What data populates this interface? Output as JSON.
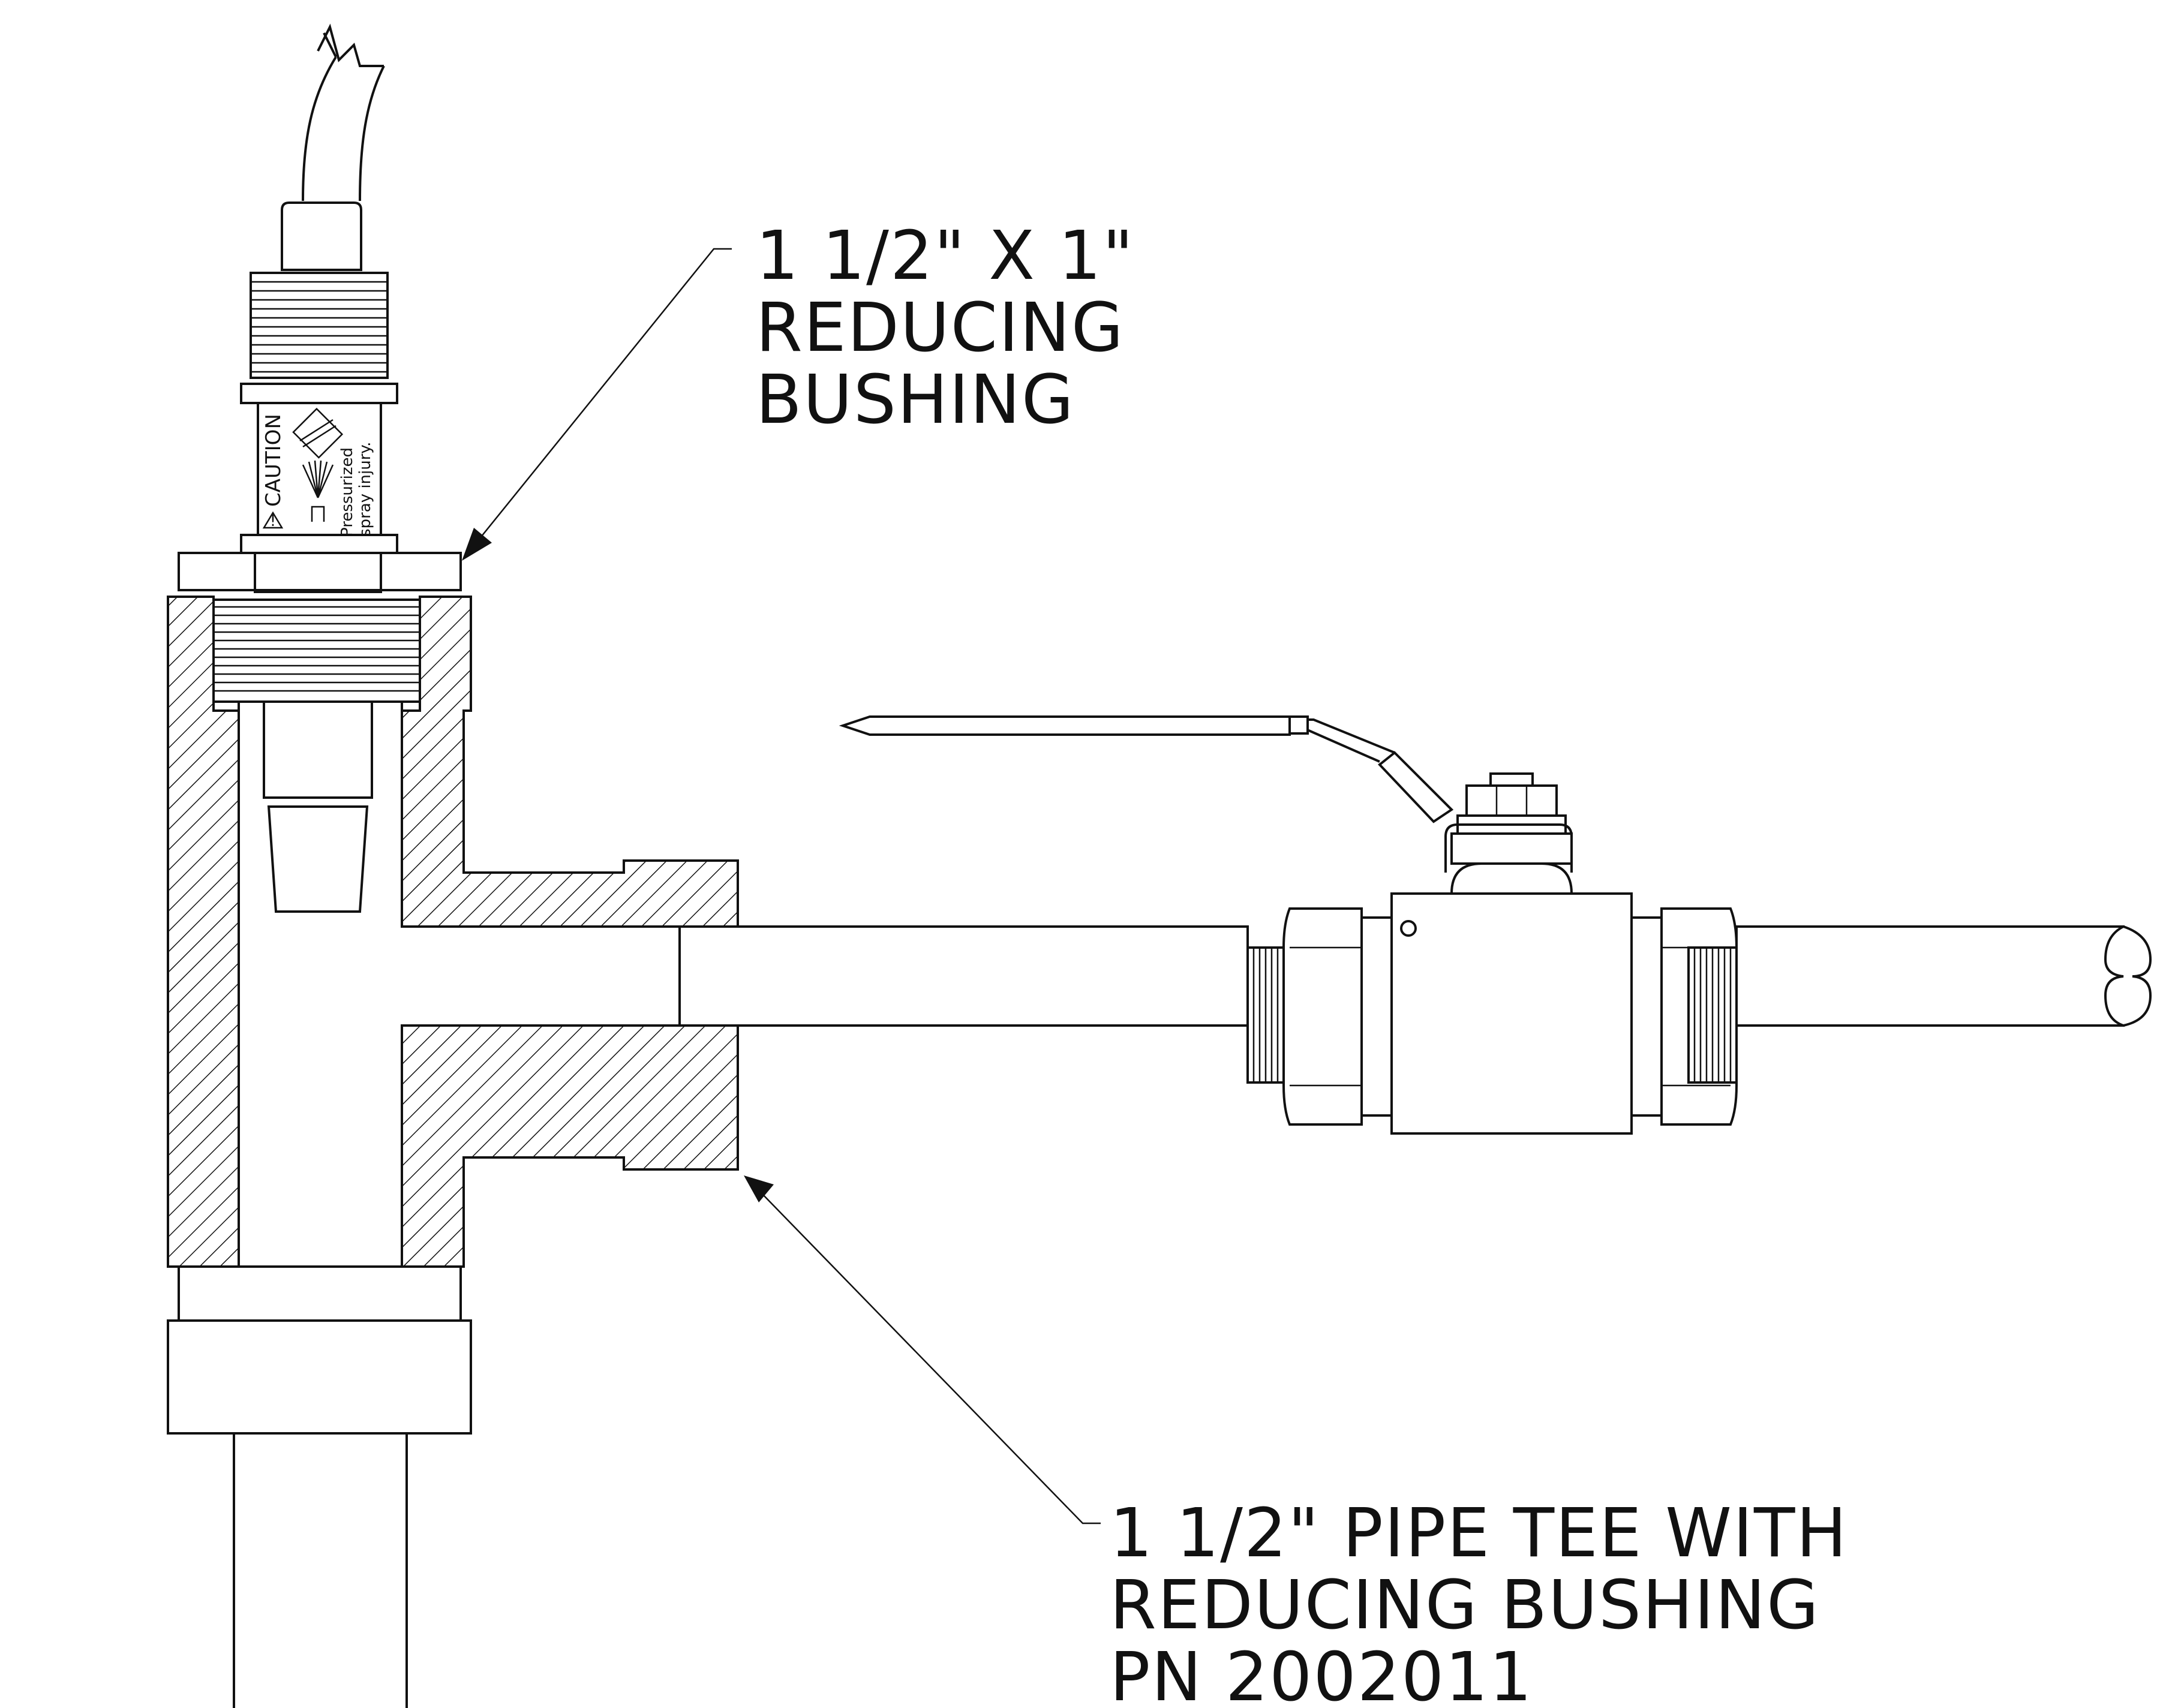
{
  "callouts": {
    "top": {
      "line1": "1 1/2\" X 1\"",
      "line2": "REDUCING",
      "line3": "BUSHING"
    },
    "bottom": {
      "line1": "1 1/2\" PIPE TEE WITH",
      "line2": "REDUCING BUSHING",
      "line3": "PN 2002011"
    }
  },
  "sensor_label": {
    "caution": "CAUTION",
    "warning_line1": "Pressurized",
    "warning_line2": "spray injury."
  },
  "icons": [
    "caution-triangle-icon",
    "spray-hazard-icon"
  ],
  "colors": {
    "line": "#111111",
    "background": "#ffffff"
  }
}
